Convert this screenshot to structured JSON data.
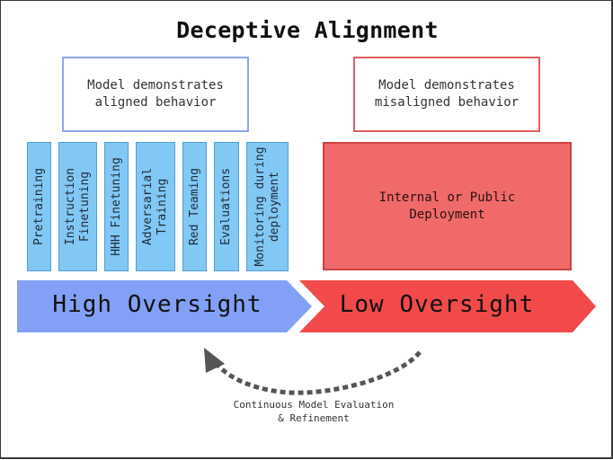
{
  "title": "Deceptive Alignment",
  "aligned_box": {
    "text": "Model demonstrates\naligned behavior"
  },
  "misaligned_box": {
    "text": "Model demonstrates\nmisaligned behavior"
  },
  "stages": [
    {
      "label": "Pretraining"
    },
    {
      "label": "Instruction\nFinetuning"
    },
    {
      "label": "HHH Finetuning"
    },
    {
      "label": "Adversarial\nTraining"
    },
    {
      "label": "Red Teaming"
    },
    {
      "label": "Evaluations"
    },
    {
      "label": "Monitoring during\ndeployment"
    }
  ],
  "deployment": {
    "text": "Internal or Public\nDeployment"
  },
  "oversight": {
    "high_label": "High Oversight",
    "low_label": "Low Oversight"
  },
  "cycle": {
    "label": "Continuous Model Evaluation\n& Refinement"
  },
  "colors": {
    "high_oversight": "#82a1f6",
    "low_oversight": "#f24a4a",
    "stage_fill": "#82c8f4",
    "deployment_fill": "#f06a6a",
    "aligned_border": "#8fa7e8",
    "misaligned_border": "#e35d5d"
  }
}
